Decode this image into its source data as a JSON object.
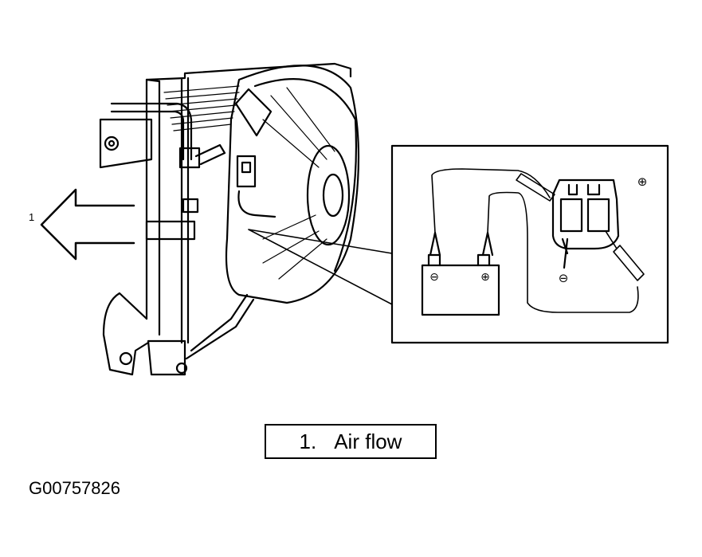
{
  "diagram": {
    "callout_label": "1",
    "battery_negative": "⊖",
    "battery_positive": "⊕",
    "connector_positive": "⊕",
    "connector_negative": "⊖"
  },
  "legend": {
    "number": "1.",
    "text": "Air flow"
  },
  "figure_id": "G00757826"
}
